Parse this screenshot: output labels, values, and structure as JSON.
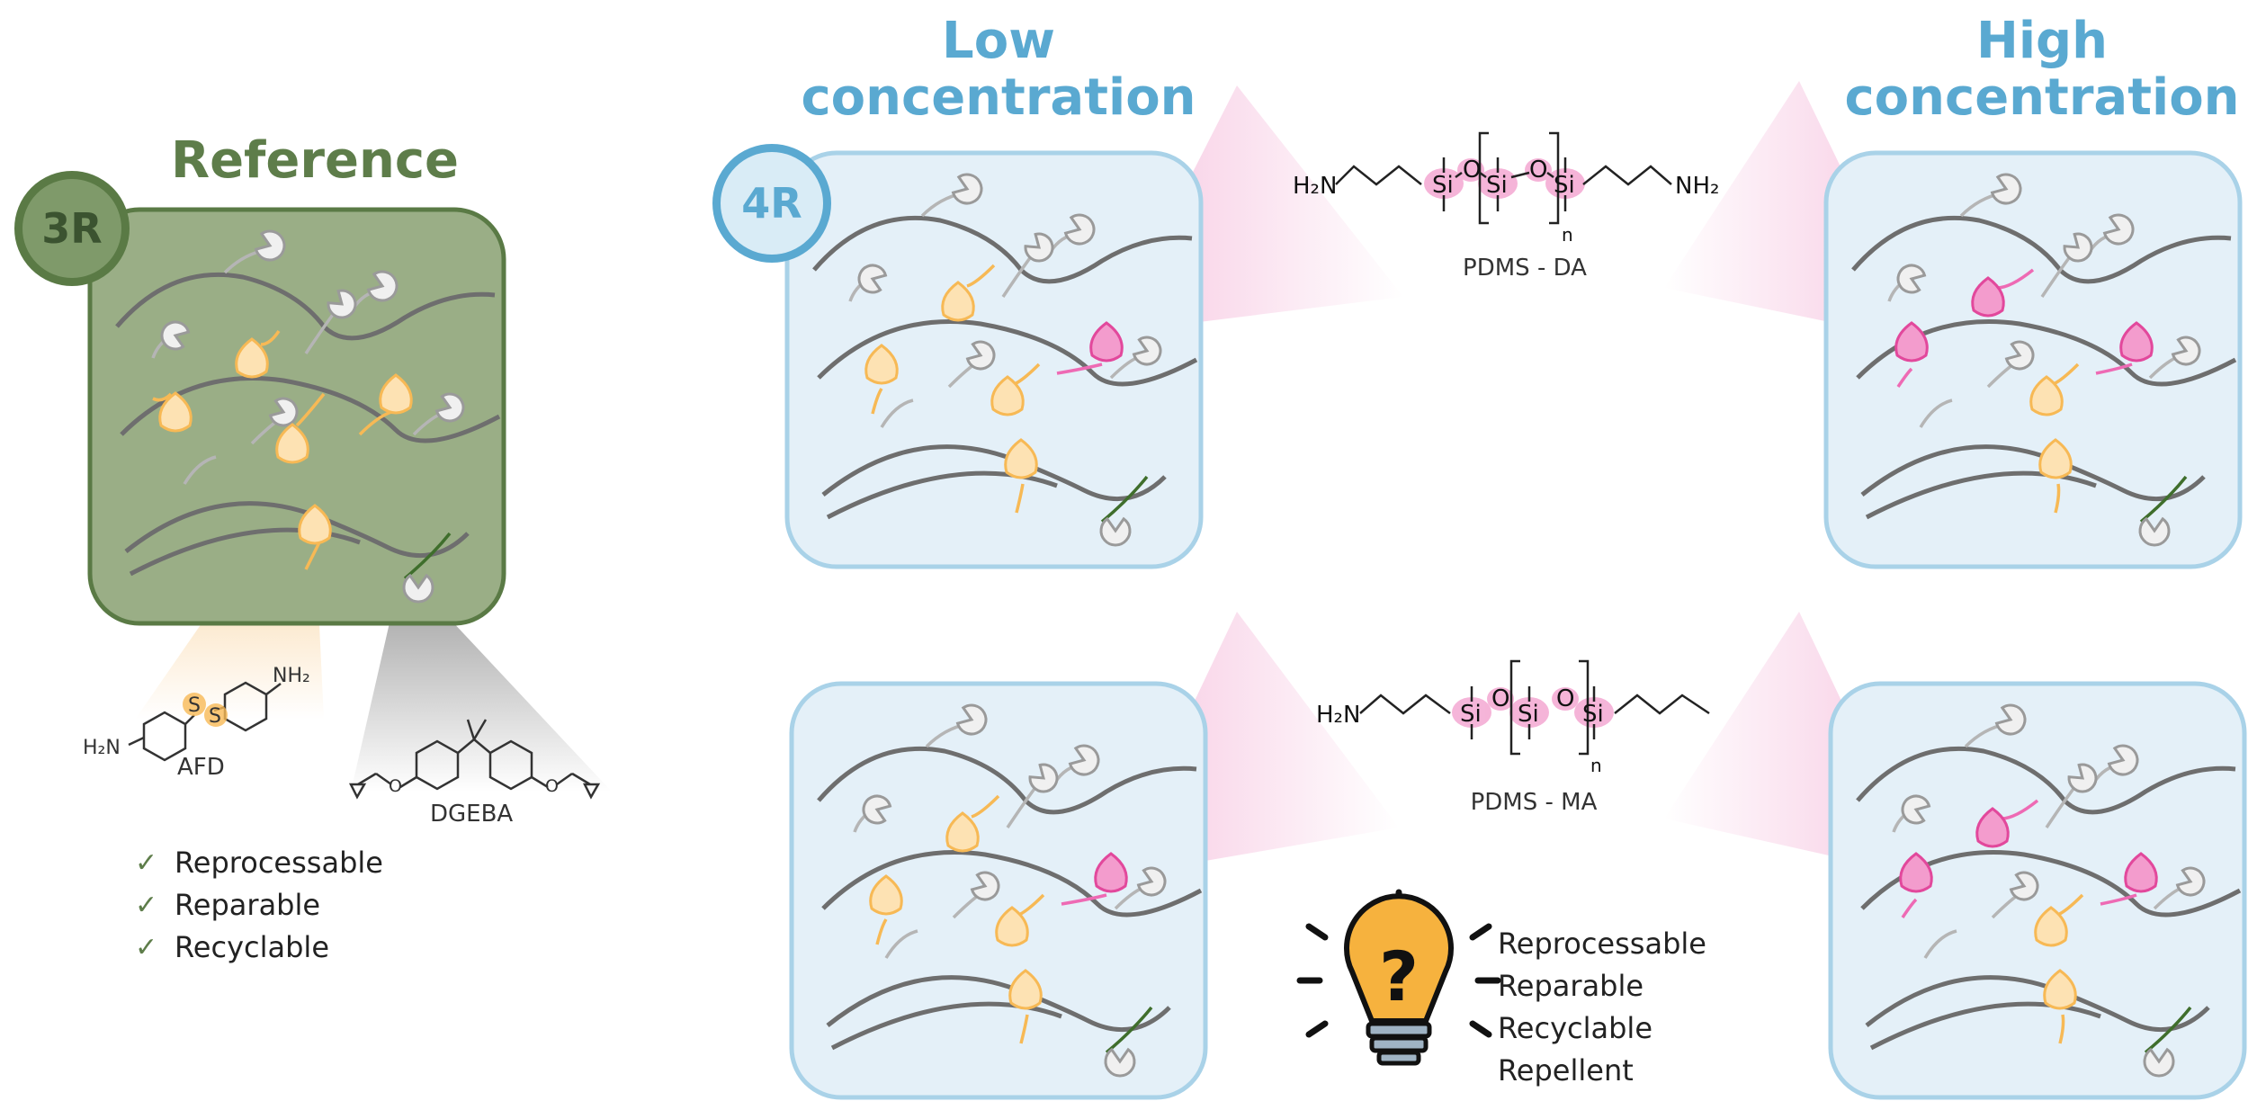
{
  "headings": {
    "reference": "Reference",
    "low": "Low\nconcentration",
    "high": "High\nconcentration"
  },
  "badges": {
    "three_r": "3R",
    "four_r": "4R"
  },
  "molecules": {
    "afd": {
      "caption": "AFD",
      "left_group": "H₂N",
      "right_group": "NH₂",
      "linker": "S"
    },
    "dgeba": {
      "caption": "DGEBA"
    },
    "pdms_da": {
      "caption": "PDMS - DA",
      "left_group": "H₂N",
      "right_group": "NH₂",
      "si": "Si",
      "o": "O",
      "n": "n"
    },
    "pdms_ma": {
      "caption": "PDMS - MA",
      "left_group": "H₂N",
      "si": "Si",
      "o": "O",
      "n": "n"
    }
  },
  "reference_properties": [
    "Reprocessable",
    "Reparable",
    "Recyclable"
  ],
  "four_r_properties": [
    "Reprocessable",
    "Reparable",
    "Recyclable",
    "Repellent"
  ],
  "icons": {
    "check": "check-icon",
    "idea": "lightbulb-question-icon"
  },
  "colors": {
    "reference_box": "#9aae86",
    "reference_border": "#5a7a45",
    "panel_box": "#e4f0f8",
    "panel_border": "#a9d2e8",
    "backbone": "#6e6e6e",
    "orange_node": "#f7b955",
    "pink_node": "#ee6ab4",
    "grey_node": "#d0d0d0",
    "green_tail": "#3f6e2c",
    "heading_blue": "#5aa9d1",
    "heading_green": "#5e7d4a"
  }
}
